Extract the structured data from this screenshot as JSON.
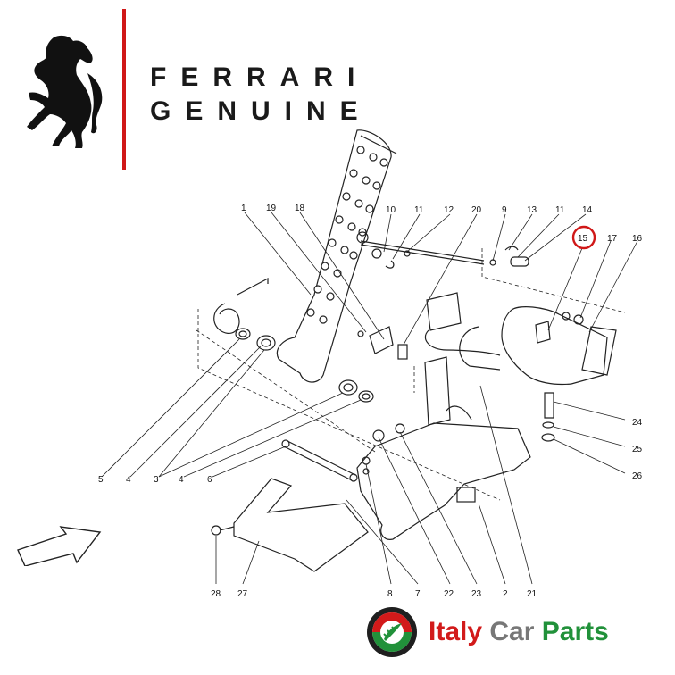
{
  "brand": {
    "line1": "FERRARI",
    "line2": "GENUINE",
    "accent": "#d01818"
  },
  "callouts": [
    {
      "id": "c1",
      "label": "1"
    },
    {
      "id": "c19",
      "label": "19"
    },
    {
      "id": "c18",
      "label": "18"
    },
    {
      "id": "c10",
      "label": "10"
    },
    {
      "id": "c11a",
      "label": "11"
    },
    {
      "id": "c12",
      "label": "12"
    },
    {
      "id": "c20",
      "label": "20"
    },
    {
      "id": "c9",
      "label": "9"
    },
    {
      "id": "c13",
      "label": "13"
    },
    {
      "id": "c11b",
      "label": "11"
    },
    {
      "id": "c14",
      "label": "14"
    },
    {
      "id": "c15",
      "label": "15",
      "highlighted": true
    },
    {
      "id": "c17",
      "label": "17"
    },
    {
      "id": "c16",
      "label": "16"
    },
    {
      "id": "c24",
      "label": "24"
    },
    {
      "id": "c25",
      "label": "25"
    },
    {
      "id": "c26",
      "label": "26"
    },
    {
      "id": "c5",
      "label": "5"
    },
    {
      "id": "c4a",
      "label": "4"
    },
    {
      "id": "c3",
      "label": "3"
    },
    {
      "id": "c4b",
      "label": "4"
    },
    {
      "id": "c6",
      "label": "6"
    },
    {
      "id": "c28",
      "label": "28"
    },
    {
      "id": "c27",
      "label": "27"
    },
    {
      "id": "c8",
      "label": "8"
    },
    {
      "id": "c7",
      "label": "7"
    },
    {
      "id": "c22",
      "label": "22"
    },
    {
      "id": "c23",
      "label": "23"
    },
    {
      "id": "c2",
      "label": "2"
    },
    {
      "id": "c21",
      "label": "21"
    }
  ],
  "highlight_color": "#d01818",
  "footer": {
    "word1": "Italy",
    "word2": "Car",
    "word3": "Parts",
    "colors": {
      "italy": "#d21a1a",
      "car": "#777777",
      "parts": "#21913a"
    }
  },
  "icons": {
    "horse": "prancing-horse-icon",
    "arrow": "direction-arrow-icon",
    "badge": "gear-wreath-logo-icon"
  }
}
